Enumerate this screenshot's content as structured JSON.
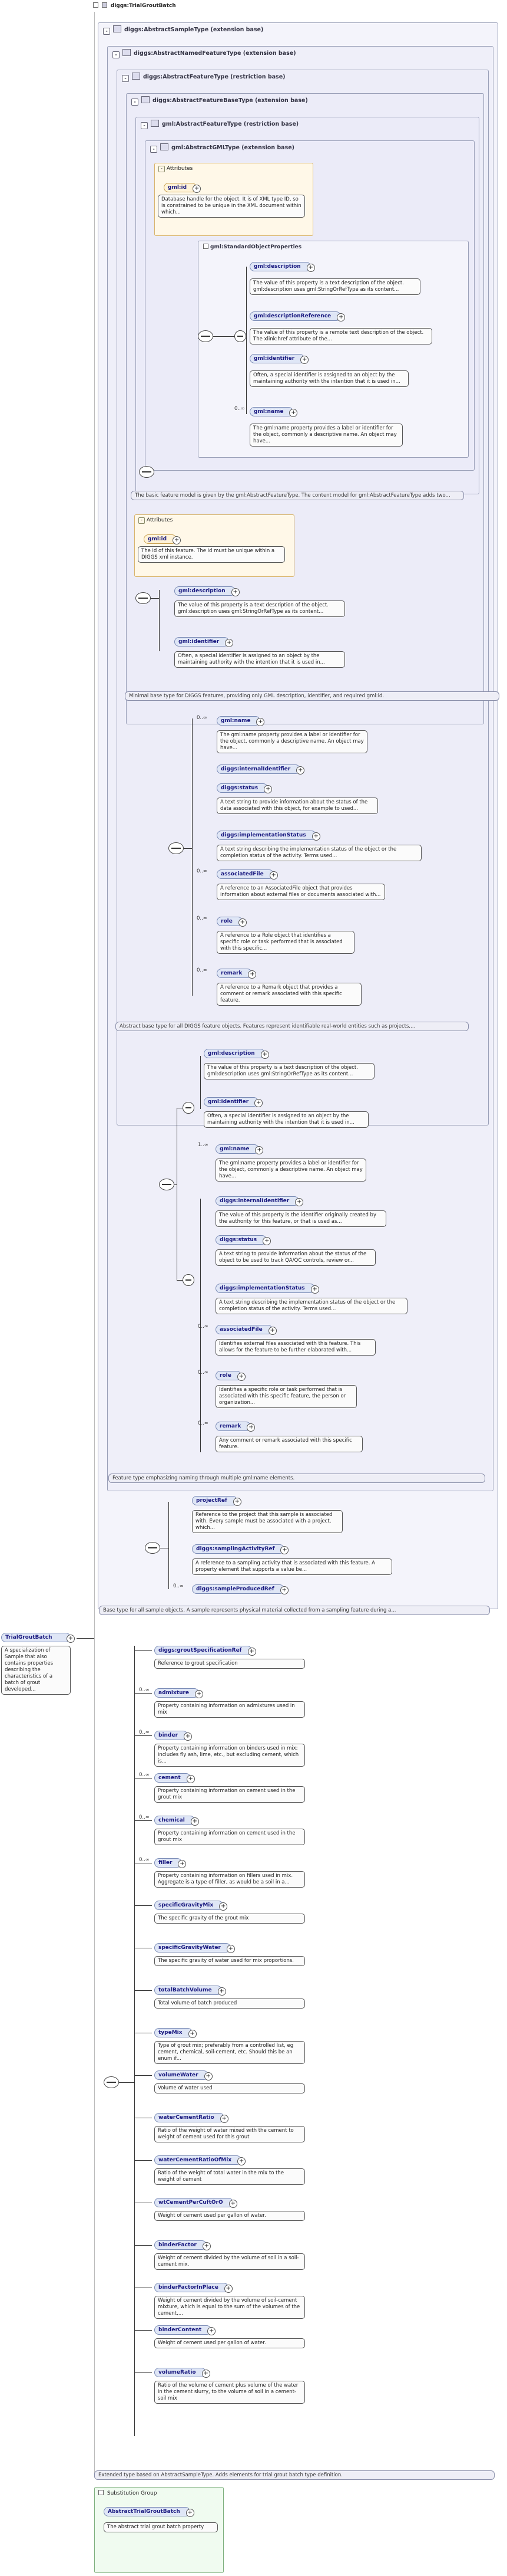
{
  "root": {
    "title": "diggs:TrialGroutBatch",
    "left_label": "TrialGroutBatch",
    "left_doc": "A specialization of Sample that also contains properties describing the characteristics of a batch of grout developed..."
  },
  "extensions": {
    "sample": "diggs:AbstractSampleType (extension base)",
    "named": "diggs:AbstractNamedFeatureType (extension base)",
    "restriction1": "diggs:AbstractFeatureType (restriction base)",
    "featurebase": "diggs:AbstractFeatureBaseType (extension base)",
    "gmlfeature": "gml:AbstractFeatureType (restriction base)",
    "gmlgml": "gml:AbstractGMLType (extension base)"
  },
  "gml_attributes": {
    "header": "Attributes",
    "attr": "gml:id",
    "doc": "Database handle for the object. It is of XML type ID, so is constrained to be unique in the XML document within which..."
  },
  "standard_props": {
    "label": "gml:StandardObjectProperties",
    "items": [
      {
        "name": "gml:description",
        "doc": "The value of this property is a text description of the object. gml:description uses gml:StringOrRefType as its content..."
      },
      {
        "name": "gml:descriptionReference",
        "doc": "The value of this property is a remote text description of the object. The xlink:href attribute of the..."
      },
      {
        "name": "gml:identifier",
        "doc": "Often, a special identifier is assigned to an object by the maintaining authority with the intention that it is used in..."
      },
      {
        "name": "gml:name",
        "card": "0..∞",
        "doc": "The gml:name property provides a label or identifier for the object, commonly a descriptive name. An object may have..."
      }
    ]
  },
  "bands": {
    "gml_feature": "The basic feature model is given by the gml:AbstractFeatureType. The content model for gml:AbstractFeatureType adds two...",
    "feature_base": "Minimal base type for DIGGS features, providing only GML description, identifier, and required gml:id.",
    "feature": "Abstract base type for all DIGGS feature objects. Features represent identifiable real-world entities such as projects,...",
    "named": "Feature type emphasizing naming through multiple gml:name elements.",
    "sample": "Base type for all sample objects. A sample represents physical material collected from a sampling feature during a...",
    "trial": "Extended type based on AbstractSampleType. Adds elements for trial grout batch type definition."
  },
  "fb_attributes": {
    "header": "Attributes",
    "attr": "gml:id",
    "doc": "The id of this feature. The id must be unique within a DIGGS xml instance."
  },
  "fb_elements": [
    {
      "name": "gml:description",
      "doc": "The value of this property is a text description of the object. gml:description uses gml:StringOrRefType as its content..."
    },
    {
      "name": "gml:identifier",
      "doc": "Often, a special identifier is assigned to an object by the maintaining authority with the intention that it is used in..."
    }
  ],
  "feature_elements": [
    {
      "name": "gml:name",
      "card": "0..∞",
      "doc": "The gml:name property provides a label or identifier for the object, commonly a descriptive name. An object may have..."
    },
    {
      "name": "diggs:internalIdentifier",
      "doc": ""
    },
    {
      "name": "diggs:status",
      "doc": "A text string to provide information about the status of the data associated with this object, for example to used..."
    },
    {
      "name": "diggs:implementationStatus",
      "doc": "A text string describing the implementation status of the object or the completion status of the activity. Terms used..."
    },
    {
      "name": "associatedFile",
      "card": "0..∞",
      "doc": "A reference to an AssociatedFile object that provides information about external files or documents associated with..."
    },
    {
      "name": "role",
      "card": "0..∞",
      "doc": "A reference to a Role object that identifies a specific role or task performed that is associated with this specific..."
    },
    {
      "name": "remark",
      "card": "0..∞",
      "doc": "A reference to a Remark object that provides a comment or remark associated with this specific feature."
    }
  ],
  "named_elements": [
    {
      "name": "gml:description",
      "doc": "The value of this property is a text description of the object. gml:description uses gml:StringOrRefType as its content..."
    },
    {
      "name": "gml:identifier",
      "doc": "Often, a special identifier is assigned to an object by the maintaining authority with the intention that it is used in..."
    },
    {
      "name": "gml:name",
      "card": "1..∞",
      "doc": "The gml:name property provides a label or identifier for the object, commonly a descriptive name. An object may have..."
    },
    {
      "name": "diggs:internalIdentifier",
      "doc": "The value of this property is the identifier originally created by the authority for this feature, or that is used as..."
    },
    {
      "name": "diggs:status",
      "doc": "A text string to provide information about the status of the object to be used to track QA/QC controls, review or..."
    },
    {
      "name": "diggs:implementationStatus",
      "doc": "A text string describing the implementation status of the object or the completion status of the activity. Terms used..."
    },
    {
      "name": "associatedFile",
      "card": "0..∞",
      "doc": "Identifies external files associated with this feature. This allows for the feature to be further elaborated with..."
    },
    {
      "name": "role",
      "card": "0..∞",
      "doc": "Identifies a specific role or task performed that is associated with this specific feature, the person or organization..."
    },
    {
      "name": "remark",
      "card": "0..∞",
      "doc": "Any comment or remark associated with this specific feature."
    }
  ],
  "sample_elements": [
    {
      "name": "projectRef",
      "doc": "Reference to the project that this sample is associated with. Every sample must be associated with a project, which..."
    },
    {
      "name": "diggs:samplingActivityRef",
      "doc": "A reference to a sampling activity that is associated with this feature. A property element that supports a value be..."
    },
    {
      "name": "diggs:sampleProducedRef",
      "card": "0..∞",
      "doc": ""
    }
  ],
  "trial_elements": [
    {
      "name": "diggs:groutSpecificationRef",
      "doc": "Reference to grout specification"
    },
    {
      "name": "admixture",
      "card": "0..∞",
      "doc": "Property containing information on admixtures used in mix"
    },
    {
      "name": "binder",
      "card": "0..∞",
      "doc": "Property containing information on binders used in mix; includes fly ash, lime, etc., but excluding cement, which is..."
    },
    {
      "name": "cement",
      "card": "0..∞",
      "doc": "Property containing information on cement used in the grout mix"
    },
    {
      "name": "chemical",
      "card": "0..∞",
      "doc": "Property containing information on cement used in the grout mix"
    },
    {
      "name": "filler",
      "card": "0..∞",
      "doc": "Property containing information on fillers used in mix. Aggregate is a type of filler, as would be a soil in a..."
    },
    {
      "name": "specificGravityMix",
      "doc": "The specific gravity of the grout mix"
    },
    {
      "name": "specificGravityWater",
      "doc": "The specific gravity of water used for mix proportions."
    },
    {
      "name": "totalBatchVolume",
      "doc": "Total volume of batch produced"
    },
    {
      "name": "typeMix",
      "doc": "Type of grout mix; preferably from a controlled list, eg cement, chemical, soil-cement, etc. Should this be an enum if..."
    },
    {
      "name": "volumeWater",
      "doc": "Volume of water used"
    },
    {
      "name": "waterCementRatio",
      "doc": "Ratio of the weight of water mixed with the cement to weight of cement used for this grout"
    },
    {
      "name": "waterCementRatioOfMix",
      "doc": "Ratio of the weight of total water in the mix to the weight of cement"
    },
    {
      "name": "wtCementPerCuftOrO",
      "doc": "Weight of cement used per gallon of water."
    },
    {
      "name": "binderFactor",
      "doc": "Weight of cement divided by the volume of soil in a soil-cement mix."
    },
    {
      "name": "binderFactorInPlace",
      "doc": "Weight of cement divided by the volume of soil-cement mixture, which is equal to the sum of the volumes of the cement,..."
    },
    {
      "name": "binderContent",
      "doc": "Weight of cement used per gallon of water."
    },
    {
      "name": "volumeRatio",
      "doc": "Ratio of the volume of cement plus volume of the water in the cement slurry, to the volume of soil in a cement-soil mix"
    }
  ],
  "substitution": {
    "header": "Substitution Group",
    "item": "AbstractTrialGroutBatch",
    "doc": "The abstract trial grout batch property"
  }
}
